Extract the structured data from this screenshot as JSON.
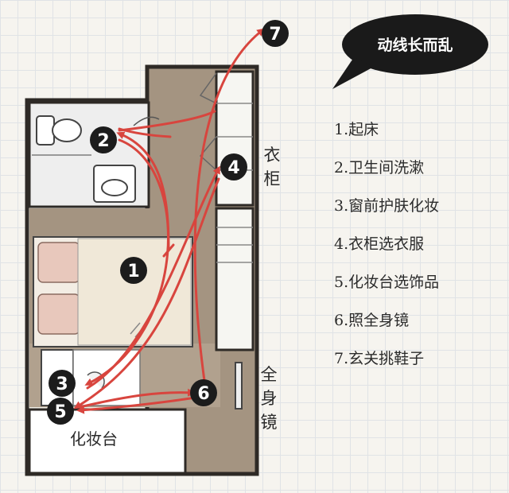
{
  "bubble": {
    "text": "动线长而乱"
  },
  "legend": [
    "1.起床",
    "2.卫生间洗漱",
    "3.窗前护肤化妆",
    "4.衣柜选衣服",
    "5.化妆台选饰品",
    "6.照全身镜",
    "7.玄关挑鞋子"
  ],
  "labels": {
    "wardrobe": [
      "衣",
      "柜"
    ],
    "mirror": [
      "全",
      "身",
      "镜"
    ],
    "vanity": "化妆台"
  },
  "markers": [
    "1",
    "2",
    "3",
    "4",
    "5",
    "6",
    "7"
  ],
  "colors": {
    "path": "#d8453e",
    "marker": "#1c1c1c",
    "floor": "#a49481",
    "wall": "#2e2a26",
    "bubble": "#1a1a1a"
  }
}
